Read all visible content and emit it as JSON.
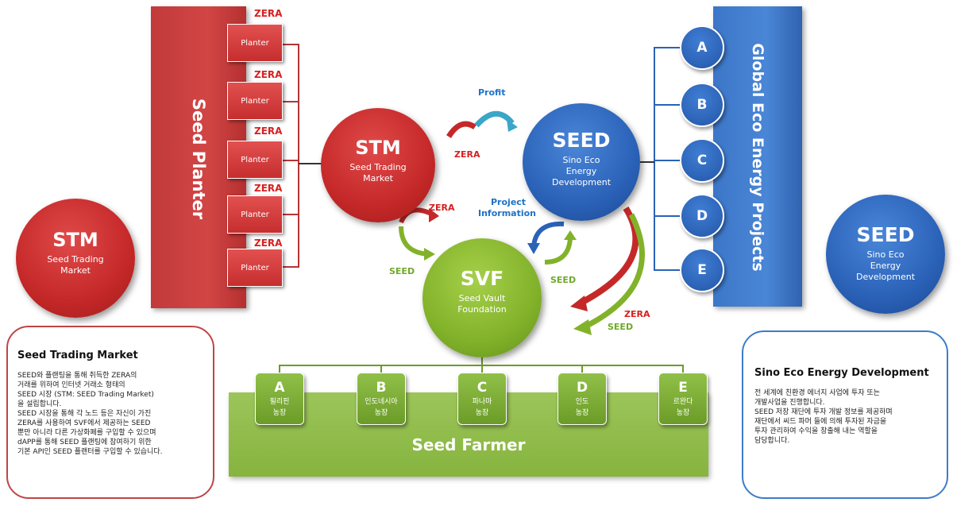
{
  "seed_planter": {
    "title": "Seed Planter",
    "planter_label": "Planter",
    "zera_label": "ZERA",
    "count": 5
  },
  "stm_left": {
    "title": "STM",
    "sub1": "Seed Trading",
    "sub2": "Market"
  },
  "stm_mid": {
    "title": "STM",
    "sub1": "Seed Trading",
    "sub2": "Market"
  },
  "seed_mid": {
    "title": "SEED",
    "sub1": "Sino Eco",
    "sub2": "Energy",
    "sub3": "Development"
  },
  "seed_right": {
    "title": "SEED",
    "sub1": "Sino Eco",
    "sub2": "Energy",
    "sub3": "Development"
  },
  "svf": {
    "title": "SVF",
    "sub1": "Seed Vault",
    "sub2": "Foundation"
  },
  "global_projects": {
    "title": "Global Eco Energy Projects",
    "items": [
      "A",
      "B",
      "C",
      "D",
      "E"
    ]
  },
  "flow_labels": {
    "profit": "Profit",
    "zera_top": "ZERA",
    "zera_left": "ZERA",
    "seed_left": "SEED",
    "project_info_1": "Project",
    "project_info_2": "Information",
    "seed_right": "SEED",
    "zera_bottom": "ZERA",
    "seed_bottom": "SEED"
  },
  "seed_farmer": {
    "title": "Seed Farmer",
    "farms": [
      {
        "letter": "A",
        "line1": "필리핀",
        "line2": "농장"
      },
      {
        "letter": "B",
        "line1": "인도네시아",
        "line2": "농장"
      },
      {
        "letter": "C",
        "line1": "파나마",
        "line2": "농장"
      },
      {
        "letter": "D",
        "line1": "인도",
        "line2": "농장"
      },
      {
        "letter": "E",
        "line1": "르완다",
        "line2": "농장"
      }
    ]
  },
  "info_stm": {
    "heading": "Seed Trading Market",
    "body": "SEED와 플랜팅을 통해 취득한 ZERA의\n거래를 위하여 인터넷 거래소 형태의\nSEED 시장 (STM: SEED Trading Market)\n을 설립합니다.\nSEED 시장을 통해 각 노드 등은 자신이 가진\nZERA를 사용하여 SVF에서 제공하는 SEED\n뿐만 아니라 다른 가상화폐를 구입할 수 있으며\ndAPP를 통해 SEED 플랜팅에 참여하기 위한\n기본 API인 SEED 플랜터를 구입할 수 있습니다."
  },
  "info_seed": {
    "heading": "Sino Eco Energy Development",
    "body": "전 세계에 친환경 에너지 사업에 투자 또는\n개발사업을 진행합니다.\nSEED 저장 재단에 투자 개발 정보를 제공하며\n재단에서 씨드 파머 들에 의해 투자된 자금을\n투자 관리하여 수익을 창출해 내는 역할을\n담당합니다."
  },
  "colors": {
    "red": "#c52828",
    "blue": "#2a62b8",
    "green": "#82b22a"
  }
}
